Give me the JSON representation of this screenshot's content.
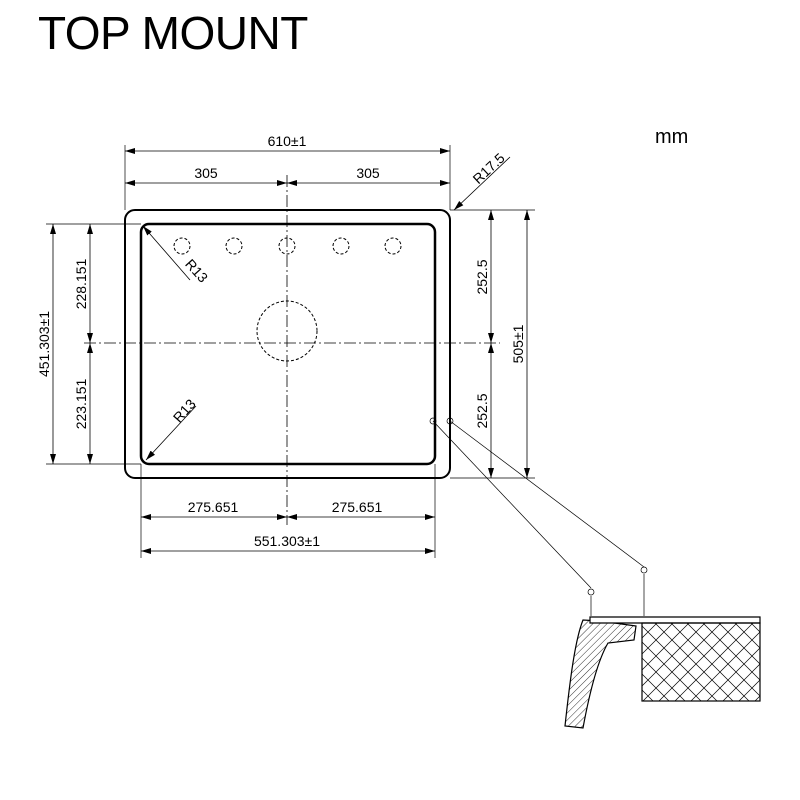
{
  "title": "TOP MOUNT",
  "unit": "mm",
  "colors": {
    "line": "#000000",
    "background": "#ffffff",
    "hatch": "#000000"
  },
  "dimensions": {
    "overall_width": "610±1",
    "half_width_left": "305",
    "half_width_right": "305",
    "corner_radius_outer": "R17.5",
    "corner_radius_top": "R13",
    "corner_radius_bottom": "R13",
    "inner_height_upper": "228.151",
    "inner_height_lower": "223.151",
    "inner_height_total": "451.303±1",
    "outer_height_upper": "252.5",
    "outer_height_lower": "252.5",
    "overall_height": "505±1",
    "inner_width_left": "275.651",
    "inner_width_right": "275.651",
    "inner_width_total": "551.303±1"
  }
}
